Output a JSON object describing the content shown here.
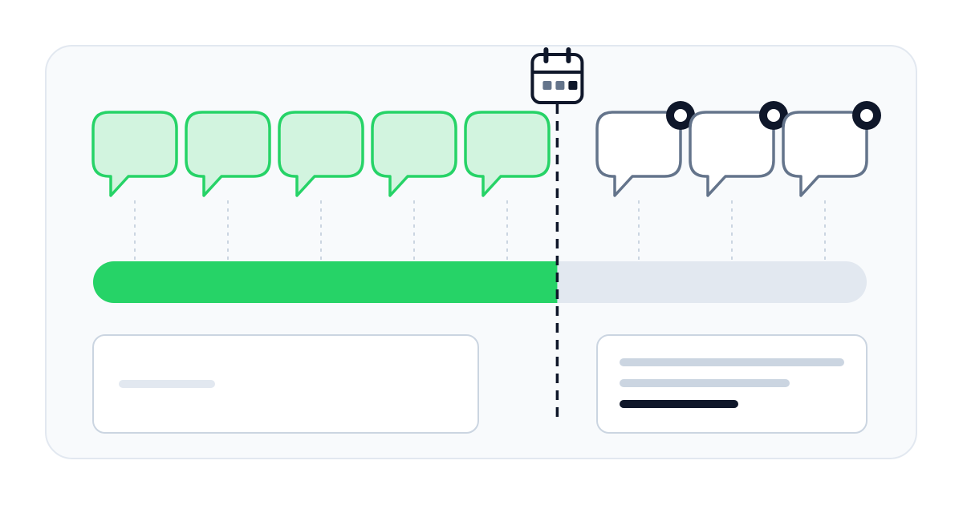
{
  "colors": {
    "accent": "#26d367",
    "accent_fill": "#d2f4df",
    "neutral_stroke": "#64748b",
    "track": "#e2e8f0",
    "card_bg": "#f8fafc",
    "card_border": "#e2e8f0",
    "panel_border": "#cbd5e1",
    "placeholder_line": "#cbd5e1",
    "placeholder_line_light": "#e2e8f0",
    "dark": "#0f172a"
  },
  "timeline": {
    "completed_messages": 5,
    "pending_messages": 3,
    "progress_fraction": 0.6
  },
  "icons": {
    "marker": "calendar-icon",
    "pending_badge": "ring-dot-icon"
  }
}
